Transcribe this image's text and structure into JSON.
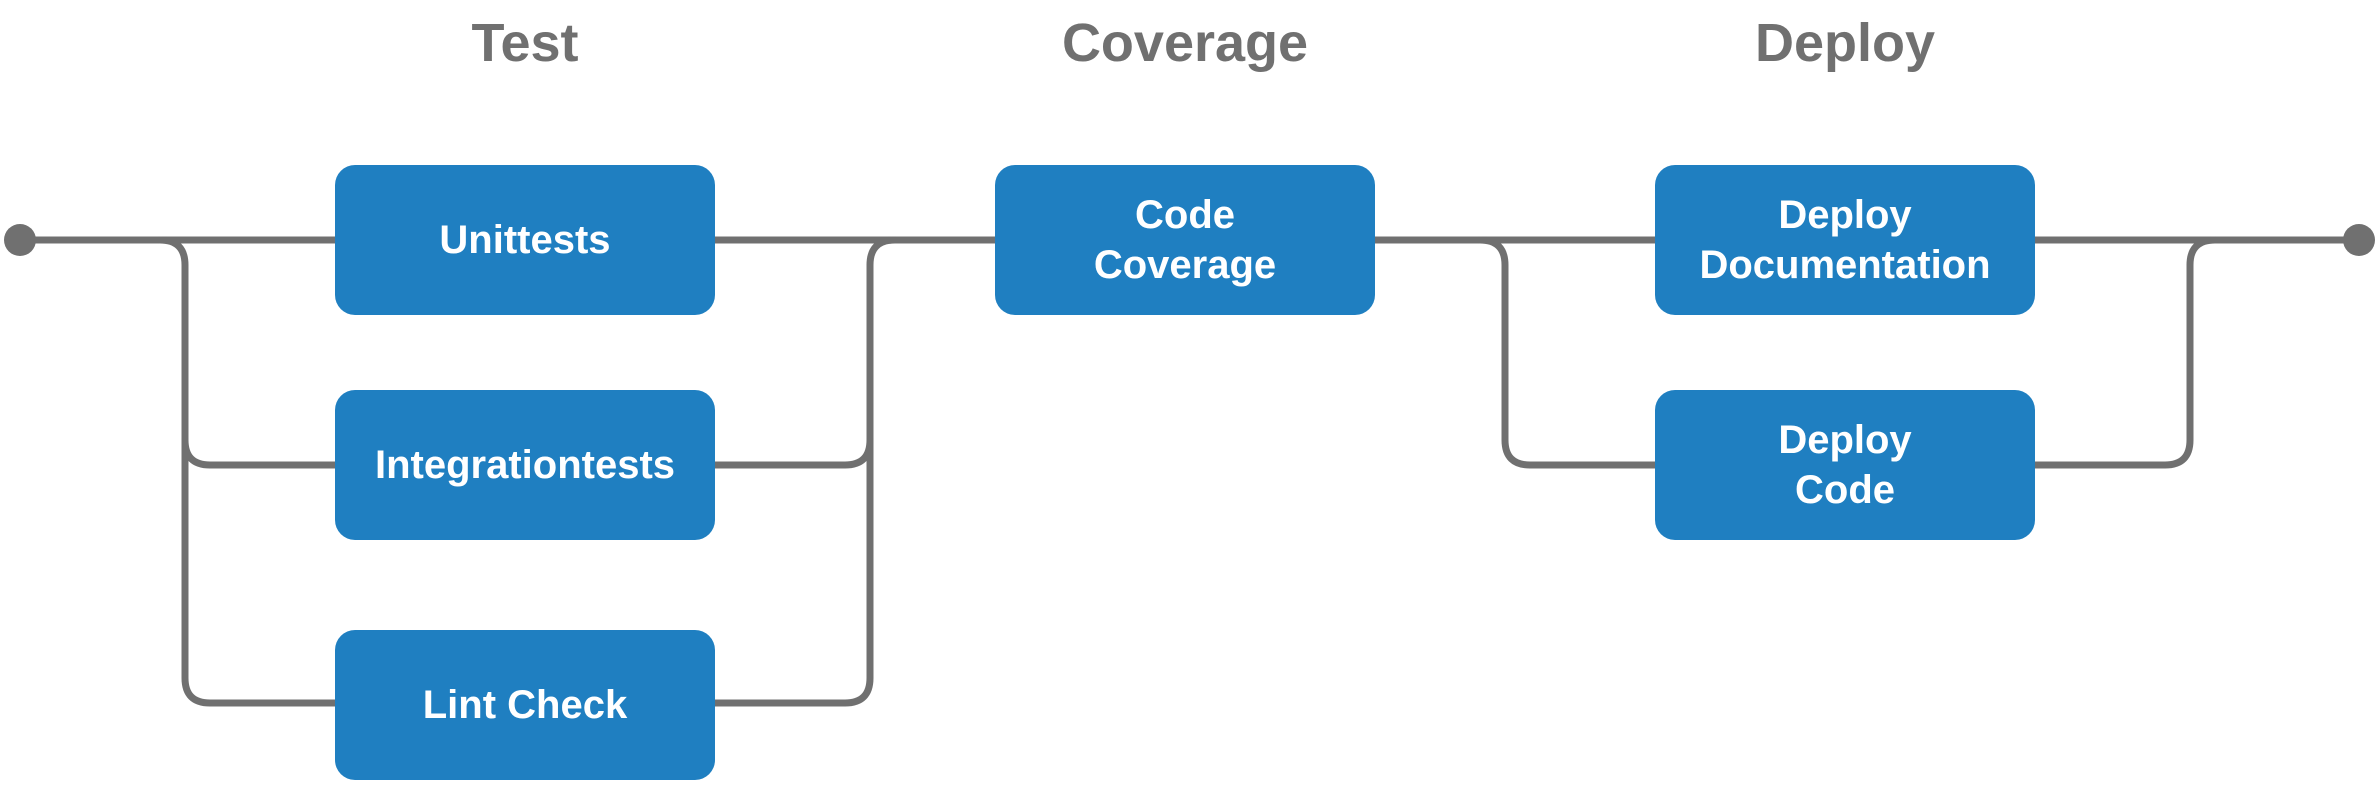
{
  "stages": [
    {
      "title": "Test"
    },
    {
      "title": "Coverage"
    },
    {
      "title": "Deploy"
    }
  ],
  "jobs": {
    "unittests": {
      "line1": "Unittests"
    },
    "integrationtests": {
      "line1": "Integrationtests"
    },
    "lint_check": {
      "line1": "Lint Check"
    },
    "code_coverage": {
      "line1": "Code",
      "line2": "Coverage"
    },
    "deploy_documentation": {
      "line1": "Deploy",
      "line2": "Documentation"
    },
    "deploy_code": {
      "line1": "Deploy",
      "line2": "Code"
    }
  },
  "colors": {
    "job_fill": "#1f7fc1",
    "job_text": "#ffffff",
    "connector": "#707070",
    "stage_title": "#707070",
    "background": "#ffffff"
  }
}
